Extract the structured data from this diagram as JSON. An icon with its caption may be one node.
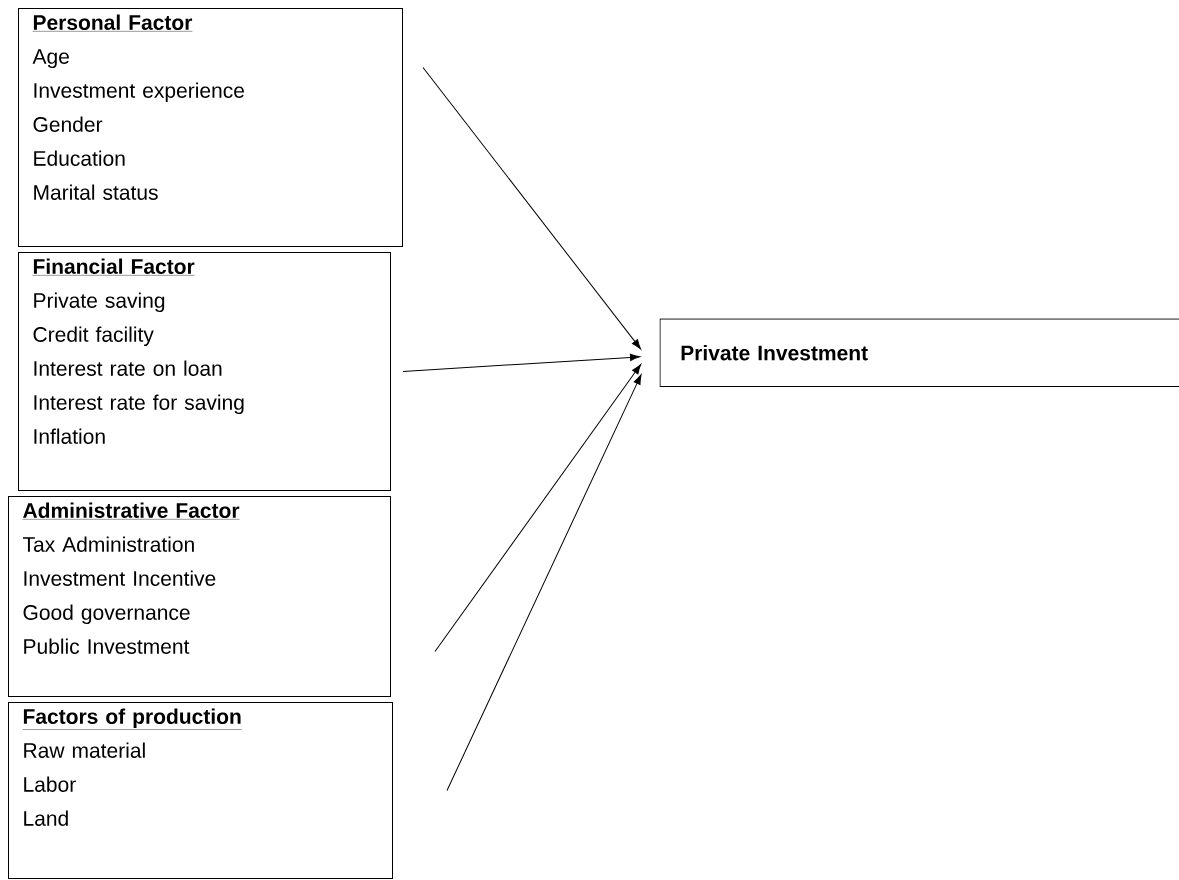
{
  "diagram": {
    "nodes": [
      {
        "text": [
          "Personal Factor",
          "Age",
          "Investment experience",
          "Gender",
          "Education",
          "Marital status"
        ]
      },
      {
        "text": [
          "Financial Factor",
          "Private saving",
          "Credit facility",
          "Interest rate on loan",
          "Interest rate for saving",
          "Inflation"
        ]
      },
      {
        "text": [
          "Administrative Factor",
          "Tax Administration",
          "Investment Incentive",
          "Good governance",
          "Public Investment"
        ]
      },
      {
        "text": [
          "Factors of production",
          "Raw material",
          "Labor",
          "Land"
        ]
      },
      {
        "text": [
          "Private Investment"
        ]
      }
    ],
    "edges": [
      {
        "from": 0,
        "to": 4,
        "arrow": "to"
      },
      {
        "from": 1,
        "to": 4,
        "arrow": "to"
      },
      {
        "from": 2,
        "to": 4,
        "arrow": "to"
      },
      {
        "from": 3,
        "to": 4,
        "arrow": "to"
      }
    ]
  }
}
